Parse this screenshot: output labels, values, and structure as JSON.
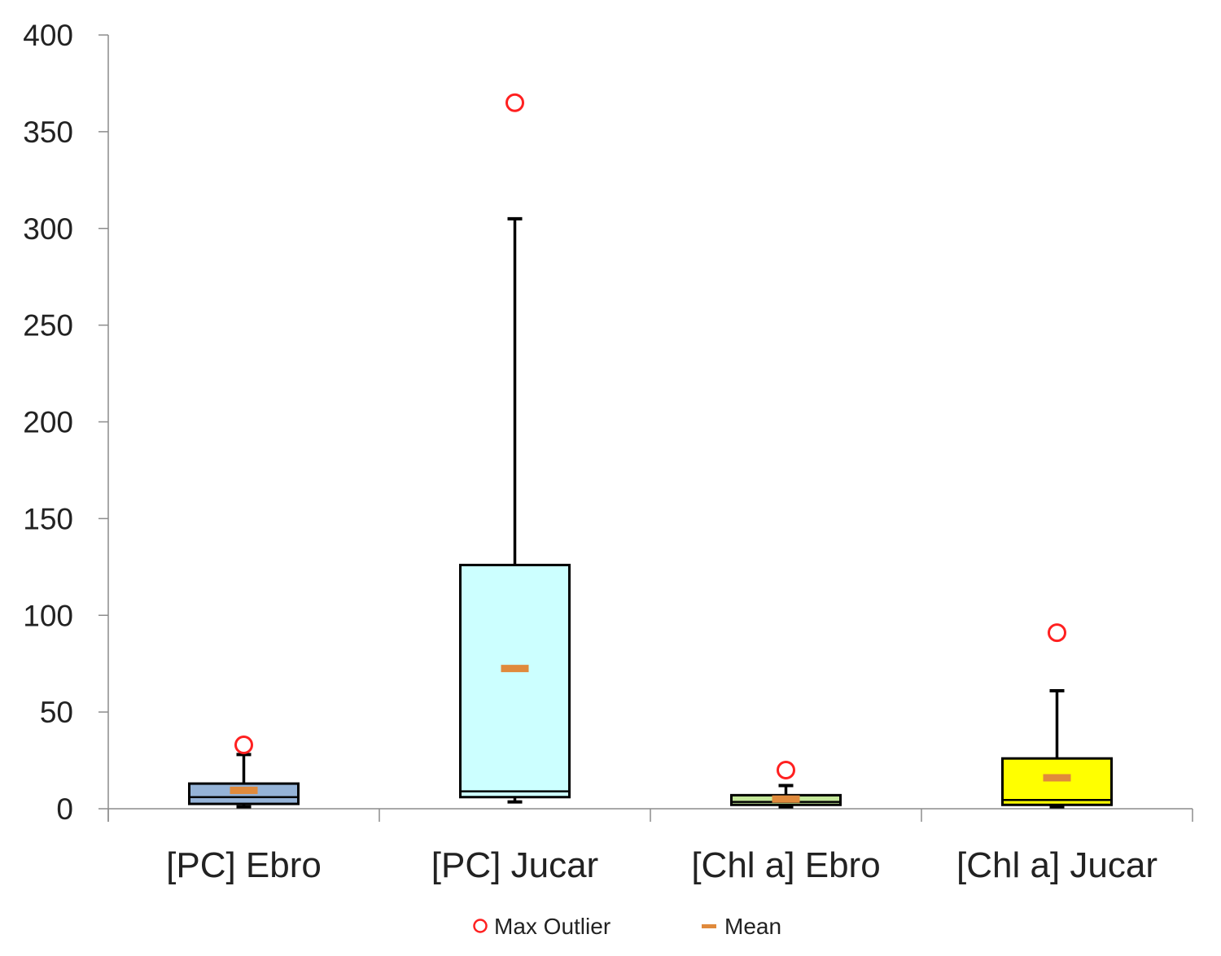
{
  "chart_data": {
    "type": "box",
    "title": "",
    "xlabel": "",
    "ylabel": "",
    "ylim": [
      0,
      400
    ],
    "yticks": [
      0,
      50,
      100,
      150,
      200,
      250,
      300,
      350,
      400
    ],
    "grid": false,
    "legend_position": "bottom",
    "categories": [
      "[PC] Ebro",
      "[PC] Jucar",
      "[Chl a] Ebro",
      "[Chl a] Jucar"
    ],
    "boxes": [
      {
        "category": "[PC] Ebro",
        "min": 1,
        "q1": 2.5,
        "median": 6,
        "q3": 13,
        "whisker_max": 28,
        "mean": 9.5,
        "max_outlier": 33,
        "fill": "#95b3d7"
      },
      {
        "category": "[PC] Jucar",
        "min": 3.5,
        "q1": 6,
        "median": 9,
        "q3": 126,
        "whisker_max": 305,
        "mean": 72.5,
        "max_outlier": 365,
        "fill": "#ccffff"
      },
      {
        "category": "[Chl a] Ebro",
        "min": 1,
        "q1": 2,
        "median": 3.5,
        "q3": 7,
        "whisker_max": 12,
        "mean": 5,
        "max_outlier": 20,
        "fill": "#c4e89a"
      },
      {
        "category": "[Chl a] Jucar",
        "min": 1,
        "q1": 2,
        "median": 4.5,
        "q3": 26,
        "whisker_max": 61,
        "mean": 16,
        "max_outlier": 91,
        "fill": "#ffff00"
      }
    ],
    "legend": [
      {
        "name": "Max Outlier",
        "marker": "circle",
        "color": "#ff2020"
      },
      {
        "name": "Mean",
        "marker": "dash",
        "color": "#e08a3c"
      }
    ]
  }
}
